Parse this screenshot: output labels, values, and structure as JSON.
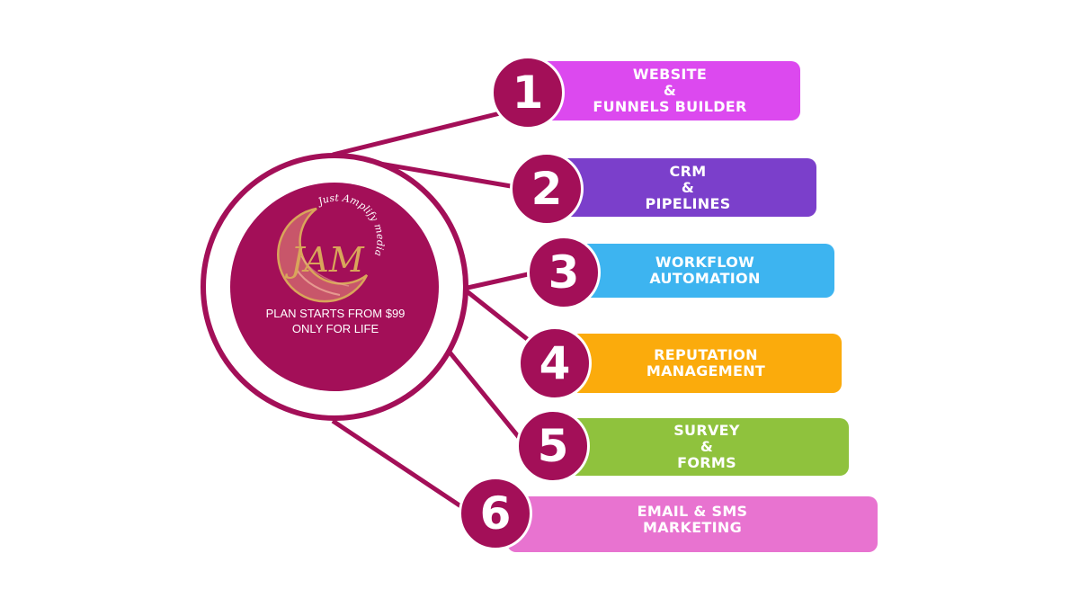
{
  "brand": {
    "monogram": "JAM",
    "tagline": "Just Amplify media"
  },
  "hub": {
    "plan_line1": "PLAN STARTS FROM $99",
    "plan_line2": "ONLY FOR LIFE"
  },
  "colors": {
    "brand": "#a30f58",
    "gold": "#d9a55a"
  },
  "features": [
    {
      "number": "1",
      "lines": [
        "WEBSITE",
        "&",
        "FUNNELS BUILDER"
      ],
      "color": "#dc49ef"
    },
    {
      "number": "2",
      "lines": [
        "CRM",
        "&",
        "PIPELINES"
      ],
      "color": "#7b3fcb"
    },
    {
      "number": "3",
      "lines": [
        "WORKFLOW",
        "AUTOMATION"
      ],
      "color": "#3db4f0"
    },
    {
      "number": "4",
      "lines": [
        "REPUTATION",
        "MANAGEMENT"
      ],
      "color": "#fbab0c"
    },
    {
      "number": "5",
      "lines": [
        "SURVEY",
        "&",
        "FORMS"
      ],
      "color": "#8fc23d"
    },
    {
      "number": "6",
      "lines": [
        "EMAIL & SMS",
        "MARKETING"
      ],
      "color": "#e873d0"
    }
  ]
}
